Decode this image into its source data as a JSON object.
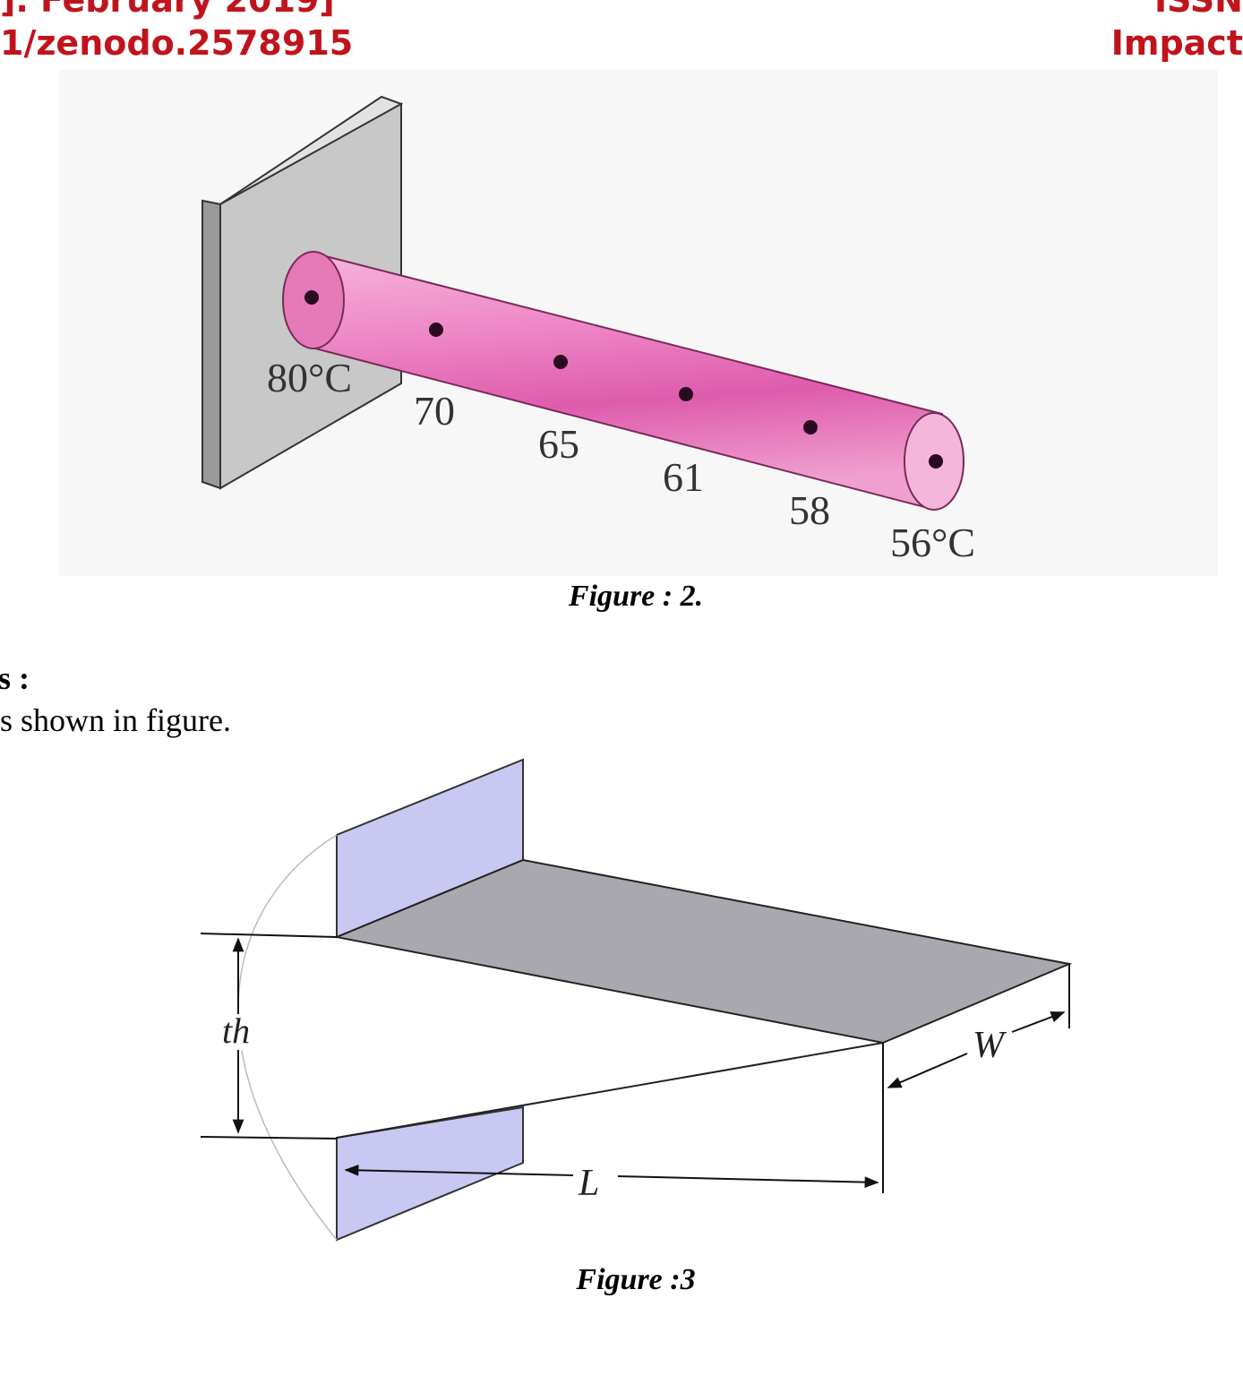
{
  "header": {
    "left_line1": "]. February 2019]",
    "left_line2": "1/zenodo.2578915",
    "right_line1": "ISSN",
    "right_line2": "Impact"
  },
  "figure2": {
    "caption": "Figure : 2.",
    "labels": {
      "t1": "80°C",
      "t2": "70",
      "t3": "65",
      "t4": "61",
      "t5": "58",
      "t6": "56°C"
    },
    "colors": {
      "rod": "#e86fb8",
      "wall": "#c8c8c8"
    }
  },
  "section": {
    "heading": "s :",
    "body": "s shown in figure."
  },
  "figure3": {
    "caption": "Figure :3",
    "labels": {
      "thickness": "th",
      "length": "L",
      "width": "W"
    },
    "colors": {
      "wall": "#c9c8f2",
      "plate": "#a8a8ae"
    }
  }
}
